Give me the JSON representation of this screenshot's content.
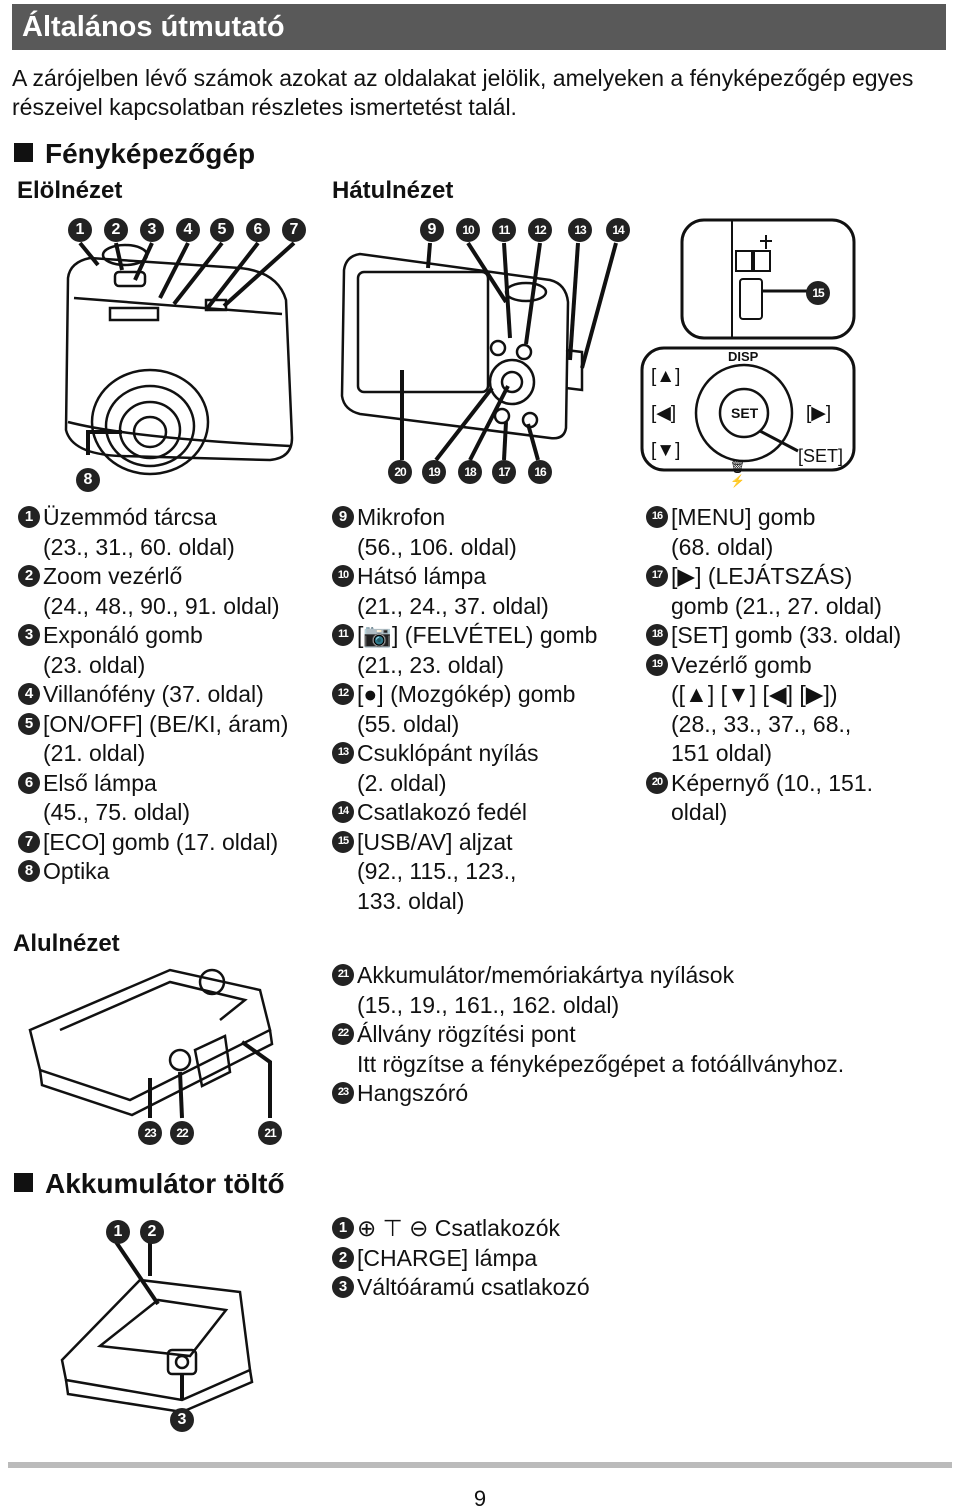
{
  "header": {
    "title": "Általános útmutató"
  },
  "intro": "A zárójelben lévő számok azokat az oldalakat jelölik, amelyeken a fényképezőgép egyes részeivel kapcsolatban részletes ismertetést talál.",
  "camera": {
    "heading": "Fényképezőgép",
    "front_label": "Elölnézet",
    "back_label": "Hátulnézet",
    "bottom_label": "Alulnézet",
    "front_callouts": [
      "1",
      "2",
      "3",
      "4",
      "5",
      "6",
      "7",
      "8"
    ],
    "back_callouts_top": [
      "9",
      "10",
      "11",
      "12",
      "13",
      "14"
    ],
    "back_callouts_bottom": [
      "20",
      "19",
      "18",
      "17",
      "16"
    ],
    "port_callout": "15",
    "bottom_callouts": [
      "23",
      "22",
      "21"
    ],
    "detail_labels": {
      "disp": "DISP",
      "up": "[▲]",
      "left": "[◀]",
      "right": "[▶]",
      "down": "[▼]",
      "set": "SET",
      "set_bracket": "[SET]",
      "trash_flash": "🗑⚡"
    },
    "parts_col1": [
      {
        "n": "1",
        "text": "Üzemmód tárcsa\n(23., 31., 60. oldal)"
      },
      {
        "n": "2",
        "text": "Zoom vezérlő\n(24., 48., 90., 91. oldal)"
      },
      {
        "n": "3",
        "text": "Exponáló gomb\n(23. oldal)"
      },
      {
        "n": "4",
        "text": "Villanófény (37. oldal)"
      },
      {
        "n": "5",
        "text": "[ON/OFF] (BE/KI, áram)\n(21. oldal)"
      },
      {
        "n": "6",
        "text": "Első lámpa\n(45., 75. oldal)"
      },
      {
        "n": "7",
        "text": "[ECO] gomb (17. oldal)"
      },
      {
        "n": "8",
        "text": "Optika"
      }
    ],
    "parts_col2": [
      {
        "n": "9",
        "text": "Mikrofon\n(56., 106. oldal)"
      },
      {
        "n": "10",
        "text": "Hátsó lámpa\n(21., 24., 37. oldal)"
      },
      {
        "n": "11",
        "text": "[📷] (FELVÉTEL) gomb\n(21., 23. oldal)"
      },
      {
        "n": "12",
        "text": "[●] (Mozgókép) gomb\n(55. oldal)"
      },
      {
        "n": "13",
        "text": "Csuklópánt nyílás\n(2. oldal)"
      },
      {
        "n": "14",
        "text": "Csatlakozó fedél"
      },
      {
        "n": "15",
        "text": "[USB/AV] aljzat\n(92., 115., 123.,\n 133. oldal)"
      }
    ],
    "parts_col3": [
      {
        "n": "16",
        "text": "[MENU] gomb\n(68. oldal)"
      },
      {
        "n": "17",
        "text": "[▶] (LEJÁTSZÁS)\ngomb (21., 27. oldal)"
      },
      {
        "n": "18",
        "text": "[SET] gomb (33. oldal)"
      },
      {
        "n": "19",
        "text": "Vezérlő gomb\n([▲] [▼] [◀] [▶])\n(28., 33., 37., 68.,\n 151 oldal)"
      },
      {
        "n": "20",
        "text": "Képernyő (10., 151.\noldal)"
      }
    ],
    "parts_bottom": [
      {
        "n": "21",
        "text": "Akkumulátor/memóriakártya nyílások\n(15., 19., 161., 162. oldal)"
      },
      {
        "n": "22",
        "text": "Állvány rögzítési pont\nItt rögzítse a fényképezőgépet a fotóállványhoz."
      },
      {
        "n": "23",
        "text": "Hangszóró"
      }
    ]
  },
  "charger": {
    "heading": "Akkumulátor töltő",
    "callouts": [
      "1",
      "2",
      "3"
    ],
    "parts": [
      {
        "n": "1",
        "text": "⊕ ⊤ ⊖ Csatlakozók"
      },
      {
        "n": "2",
        "text": "[CHARGE] lámpa"
      },
      {
        "n": "3",
        "text": "Váltóáramú csatlakozó"
      }
    ]
  },
  "page_number": "9"
}
